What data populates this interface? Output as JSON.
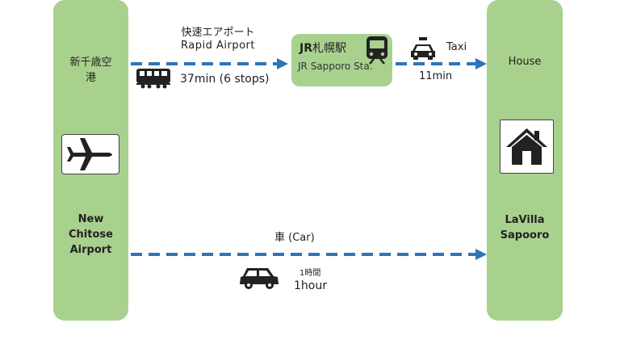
{
  "left_pillar": {
    "top_label": "新千歳空\n港",
    "top_label_line1": "新千歳空",
    "top_label_line2": "港",
    "name_line1": "New",
    "name_line2": "Chitose",
    "name_line3": "Airport",
    "icon": "airplane-icon"
  },
  "right_pillar": {
    "top_label": "House",
    "name_line1": "LaVilla",
    "name_line2": "Sapooro",
    "icon": "house-icon"
  },
  "station": {
    "name_jp_prefix": "JR",
    "name_jp": "札幌駅",
    "name_en": "JR Sapporo Sta.",
    "icon": "train-front-icon"
  },
  "route_train": {
    "label_jp": "快速エアポート",
    "label_en": "Rapid Airport",
    "duration": "37min (6 stops)",
    "icon": "train-icon"
  },
  "route_taxi": {
    "label": "Taxi",
    "duration": "11min",
    "icon": "taxi-icon"
  },
  "route_car": {
    "label": "車 (Car)",
    "duration_jp": "1時間",
    "duration": "1hour",
    "icon": "car-icon"
  },
  "colors": {
    "pillar_green": "#a9d18e",
    "arrow_blue": "#2e75b6",
    "icon_dark": "#222222"
  }
}
